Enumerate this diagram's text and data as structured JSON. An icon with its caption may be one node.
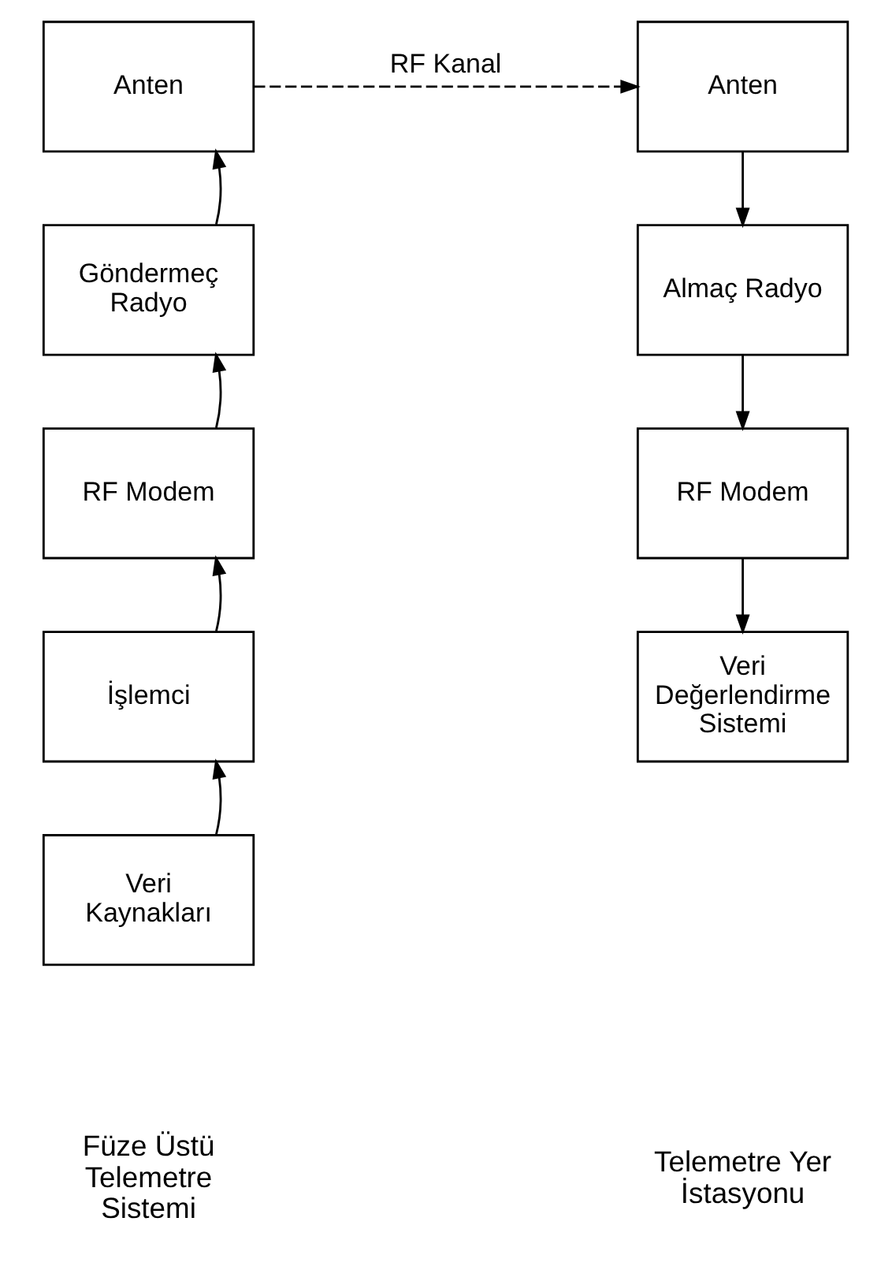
{
  "diagram": {
    "nodes": [
      {
        "text": [
          "Anten"
        ]
      },
      {
        "text": [
          "Göndermeç Radyo"
        ]
      },
      {
        "text": [
          "RF Modem"
        ]
      },
      {
        "text": [
          "İşlemci"
        ]
      },
      {
        "text": [
          "Veri Kaynakları"
        ]
      },
      {
        "text": [
          "Anten"
        ]
      },
      {
        "text": [
          "Almaç Radyo"
        ]
      },
      {
        "text": [
          "RF Modem"
        ]
      },
      {
        "text": [
          "Veri Değerlendirme Sistemi"
        ]
      }
    ],
    "edges": [
      {
        "from": 4,
        "to": 3,
        "arrow": "to"
      },
      {
        "from": 3,
        "to": 2,
        "arrow": "to"
      },
      {
        "from": 2,
        "to": 1,
        "arrow": "to"
      },
      {
        "from": 1,
        "to": 0,
        "arrow": "to"
      },
      {
        "from": 0,
        "to": 5,
        "arrow": "to",
        "label": "RF Kanal",
        "style": "dashed"
      },
      {
        "from": 5,
        "to": 6,
        "arrow": "to"
      },
      {
        "from": 6,
        "to": 7,
        "arrow": "to"
      },
      {
        "from": 7,
        "to": 8,
        "arrow": "to"
      }
    ],
    "labels": [
      "Füze Üstü Telemetre Sistemi",
      "Telemetre Yer İstasyonu"
    ]
  }
}
